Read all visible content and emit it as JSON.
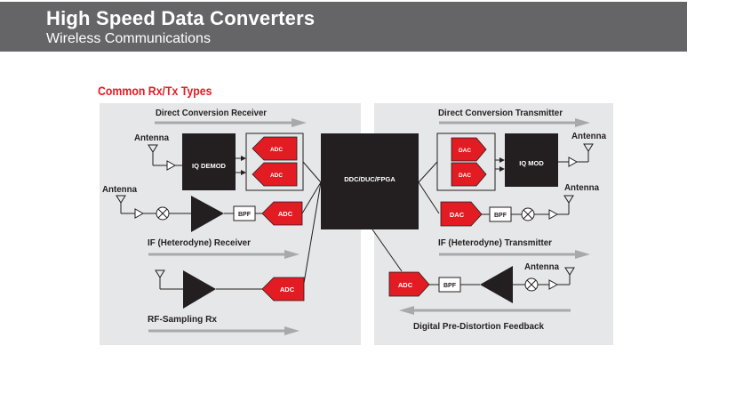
{
  "header": {
    "title": "High Speed Data Converters",
    "subtitle": "Wireless Communications"
  },
  "section_title": "Common Rx/Tx Types",
  "colors": {
    "header_bg": "#656567",
    "panel_bg": "#e6e7e8",
    "accent_red": "#e31b23",
    "block_black": "#231f20",
    "arrow_gray": "#a7a9ac"
  },
  "receiver_panel": {
    "direct_conversion": {
      "label": "Direct Conversion Receiver",
      "antenna_label": "Antenna",
      "demod_label": "IQ DEMOD",
      "adc_labels": [
        "ADC",
        "ADC"
      ]
    },
    "if_heterodyne": {
      "label": "IF (Heterodyne) Receiver",
      "antenna_label": "Antenna",
      "filter_label": "BPF",
      "adc_label": "ADC"
    },
    "rf_sampling": {
      "label": "RF-Sampling Rx",
      "adc_label": "ADC"
    }
  },
  "center_block": {
    "label": "DDC/DUC/FPGA"
  },
  "transmitter_panel": {
    "direct_conversion": {
      "label": "Direct Conversion Transmitter",
      "antenna_label": "Antenna",
      "mod_label": "IQ MOD",
      "dac_labels": [
        "DAC",
        "DAC"
      ]
    },
    "if_heterodyne": {
      "label": "IF (Heterodyne) Transmitter",
      "antenna_label": "Antenna",
      "filter_label": "BPF",
      "dac_label": "DAC"
    },
    "dpd_feedback": {
      "label": "Digital Pre-Distortion Feedback",
      "antenna_label": "Antenna",
      "filter_label": "BPF",
      "adc_label": "ADC"
    }
  }
}
